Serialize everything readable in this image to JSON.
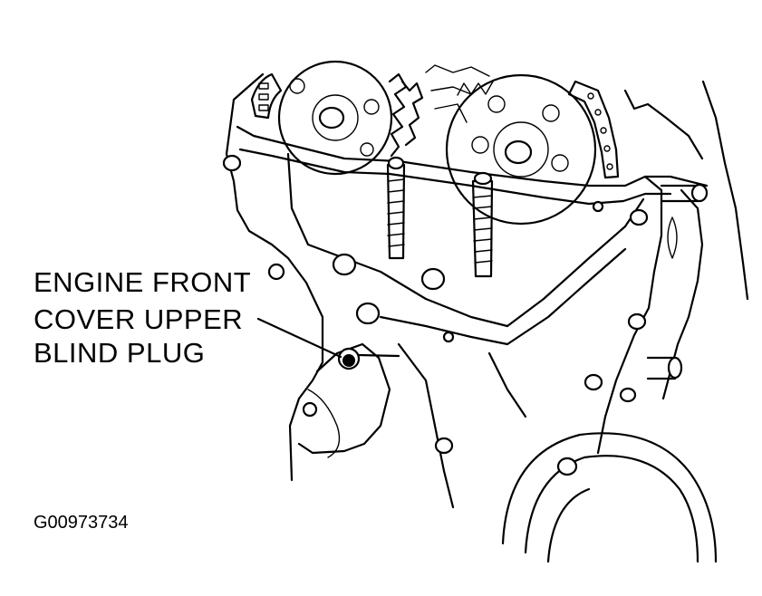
{
  "callout": {
    "line1": "ENGINE FRONT",
    "line2": "COVER UPPER",
    "line3": "BLIND PLUG"
  },
  "figure_id": "G00973734"
}
